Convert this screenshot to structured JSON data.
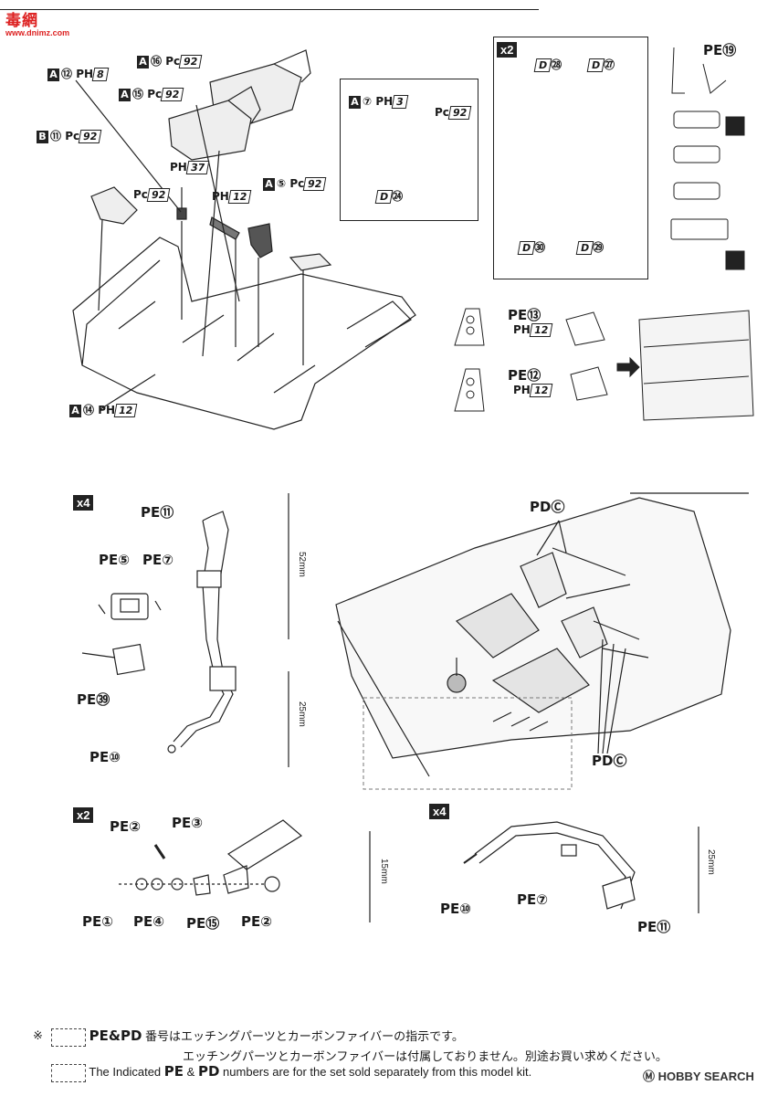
{
  "watermark": {
    "line1": "毒網",
    "line2": "www.dnimz.com"
  },
  "callouts": {
    "a16": {
      "part": "A",
      "num": "⑯",
      "paint": "Pc",
      "code": "92"
    },
    "a12": {
      "part": "A",
      "num": "⑫",
      "paint": "PH",
      "code": "8"
    },
    "a15": {
      "part": "A",
      "num": "⑮",
      "paint": "Pc",
      "code": "92"
    },
    "b11": {
      "part": "B",
      "num": "⑪",
      "paint": "Pc",
      "code": "92"
    },
    "ph37": {
      "paint": "PH",
      "code": "37"
    },
    "pc92_knob": {
      "paint": "Pc",
      "code": "92"
    },
    "ph12_lever": {
      "paint": "PH",
      "code": "12"
    },
    "a5": {
      "part": "A",
      "num": "⑤",
      "paint": "Pc",
      "code": "92"
    },
    "a14": {
      "part": "A",
      "num": "⑭",
      "paint": "PH",
      "code": "12"
    }
  },
  "box_extinguisher": {
    "part": "A",
    "num": "⑦",
    "paint": "PH",
    "code": "3",
    "paint2": "Pc",
    "code2": "92",
    "decal": "D",
    "decal_num": "㉔"
  },
  "box_seat": {
    "badge": "x2",
    "decals": [
      {
        "d": "D",
        "n": "㉘"
      },
      {
        "d": "D",
        "n": "㉗"
      },
      {
        "d": "D",
        "n": "㉚"
      },
      {
        "d": "D",
        "n": "㉙"
      }
    ]
  },
  "box_pe19": {
    "label": "PE",
    "num": "⑲"
  },
  "box_pe12_13": {
    "upper": {
      "label": "PE",
      "num": "⑬",
      "paint": "PH",
      "code": "12"
    },
    "lower": {
      "label": "PE",
      "num": "⑫",
      "paint": "PH",
      "code": "12"
    }
  },
  "belt_main": {
    "badge": "x4",
    "pe11": {
      "label": "PE",
      "num": "⑪"
    },
    "pe5": {
      "label": "PE",
      "num": "⑤"
    },
    "pe7": {
      "label": "PE",
      "num": "⑦"
    },
    "pe39": {
      "label": "PE",
      "num": "㊴"
    },
    "pe10": {
      "label": "PE",
      "num": "⑩"
    },
    "len1": "52mm",
    "len2": "25mm"
  },
  "pd_labels": {
    "top": {
      "label": "PD",
      "num": "Ⓒ"
    },
    "bottom": {
      "label": "PD",
      "num": "Ⓒ"
    }
  },
  "belt_x2": {
    "badge": "x2",
    "pe2_top": {
      "label": "PE",
      "num": "②"
    },
    "pe3": {
      "label": "PE",
      "num": "③"
    },
    "pe1": {
      "label": "PE",
      "num": "①"
    },
    "pe4": {
      "label": "PE",
      "num": "④"
    },
    "pe15": {
      "label": "PE",
      "num": "⑮"
    },
    "pe2_bot": {
      "label": "PE",
      "num": "②"
    },
    "len": "15mm"
  },
  "belt_x4b": {
    "badge": "x4",
    "pe10": {
      "label": "PE",
      "num": "⑩"
    },
    "pe7": {
      "label": "PE",
      "num": "⑦"
    },
    "pe11": {
      "label": "PE",
      "num": "⑪"
    },
    "len": "25mm"
  },
  "notes": {
    "mark": "※",
    "jp_line1_prefix": "PE&PD",
    "jp_line1": "番号はエッチングパーツとカーボンファイバーの指示です。",
    "jp_line2": "エッチングパーツとカーボンファイバーは付属しておりません。別途お買い求めください。",
    "en_prefix": "The Indicated",
    "en_pe": "PE",
    "en_amp": "&",
    "en_pd": "PD",
    "en_rest": "numbers are for the set sold separately from this model kit.",
    "brand": "HOBBY SEARCH"
  }
}
